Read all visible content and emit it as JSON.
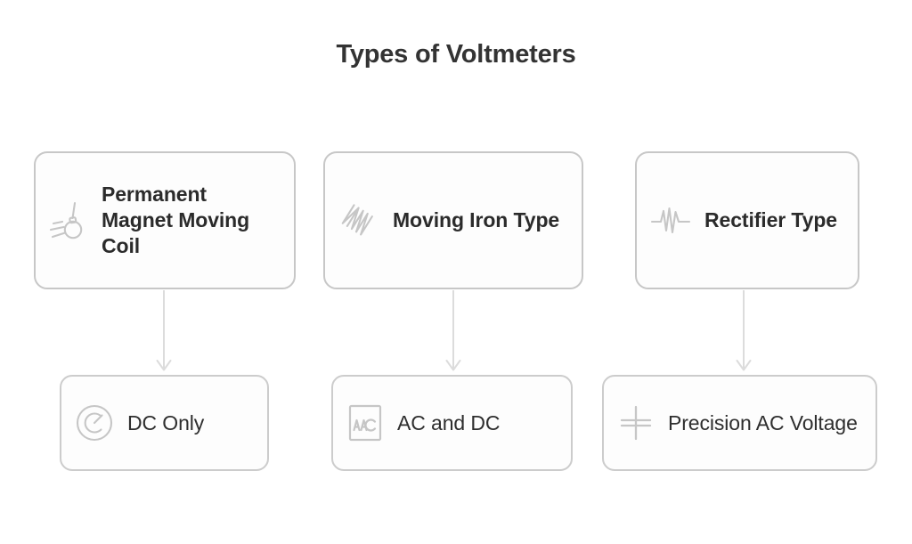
{
  "page": {
    "title": "Types of Voltmeters",
    "background_color": "#ffffff",
    "title_color": "#333333",
    "card_border_color": "#cacaca",
    "icon_color": "#c6c6c6",
    "connector_color": "#dcdcdc"
  },
  "diagram": {
    "type": "flow-hierarchy",
    "columns": [
      {
        "top": {
          "label": "Permanent Magnet Moving Coil",
          "icon": "magnet-pendulum-icon"
        },
        "bottom": {
          "label": "DC Only",
          "icon": "gauge-meter-icon"
        },
        "connector": "arrow-down-icon"
      },
      {
        "top": {
          "label": "Moving Iron Type",
          "icon": "coil-spring-icon"
        },
        "bottom": {
          "label": "AC and DC",
          "icon": "aac-square-icon"
        },
        "connector": "arrow-down-icon"
      },
      {
        "top": {
          "label": "Rectifier Type",
          "icon": "pulse-waveform-icon"
        },
        "bottom": {
          "label": "Precision AC Voltage",
          "icon": "capacitor-icon"
        },
        "connector": "arrow-down-icon"
      }
    ]
  }
}
